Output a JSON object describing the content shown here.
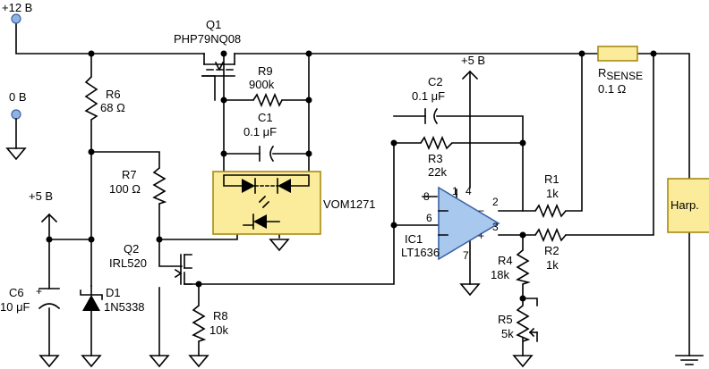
{
  "rails": {
    "plus12": "+12 B",
    "zero": "0 B",
    "plus5_c6": "+5 B",
    "plus5_ic": "+5 B"
  },
  "components": {
    "q1": {
      "ref": "Q1",
      "part": "PHP79NQ08"
    },
    "r9": {
      "ref": "R9",
      "value": "900k"
    },
    "c1": {
      "ref": "C1",
      "value": "0.1 μF"
    },
    "r6": {
      "ref": "R6",
      "value": "68 Ω"
    },
    "r7": {
      "ref": "R7",
      "value": "100 Ω"
    },
    "opto": {
      "part": "VOM1271"
    },
    "q2": {
      "ref": "Q2",
      "part": "IRL520"
    },
    "r8": {
      "ref": "R8",
      "value": "10k"
    },
    "c6": {
      "ref": "C6",
      "value": "10 μF"
    },
    "d1": {
      "ref": "D1",
      "part": "1N5338"
    },
    "c2": {
      "ref": "C2",
      "value": "0.1 μF"
    },
    "r3": {
      "ref": "R3",
      "value": "22k"
    },
    "ic1": {
      "ref": "IC1",
      "part": "LT1636"
    },
    "r1": {
      "ref": "R1",
      "value": "1k"
    },
    "r2": {
      "ref": "R2",
      "value": "1k"
    },
    "r4": {
      "ref": "R4",
      "value": "18k"
    },
    "r5": {
      "ref": "R5",
      "value": "5k"
    },
    "rsense": {
      "ref_main": "R",
      "ref_sub": "SENSE",
      "value": "0.1 Ω"
    },
    "load": {
      "label": "Harp."
    }
  },
  "pins": {
    "p1": "1",
    "p2": "2",
    "p3": "3",
    "p4": "4",
    "p6": "6",
    "p7": "7",
    "p8": "8",
    "minus": "−",
    "plus": "+"
  },
  "colors": {
    "body_fill": "#faec9a",
    "body_stroke": "#a88a14",
    "terminal": "#8fb4e3",
    "opamp": "#a9c8ee",
    "opamp_stroke": "#3c63a6"
  }
}
